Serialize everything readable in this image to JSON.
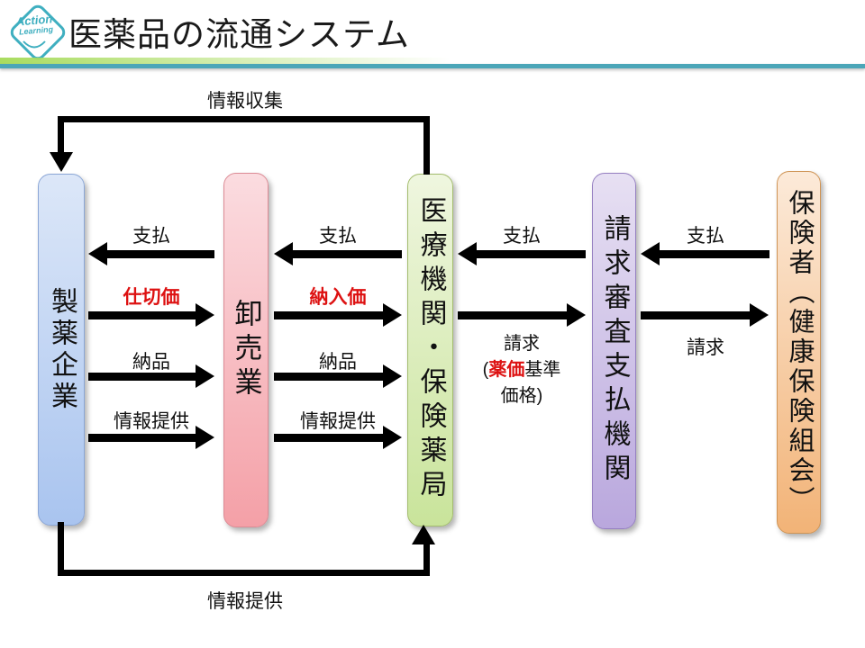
{
  "header": {
    "logo_line1": "Action",
    "logo_line2": "Learning",
    "title": "医薬品の流通システム"
  },
  "colors": {
    "accent_teal": "#4ba6b8",
    "accent_green": "#a9dc5f",
    "red_text": "#dd1111",
    "arrow": "#000000"
  },
  "boxes": [
    {
      "name": "pharmaceutical-maker",
      "label": "製薬企業",
      "top": "#dce7f8",
      "bottom": "#a9c4ef",
      "border": "#8ba6d6"
    },
    {
      "name": "wholesaler",
      "label": "卸売業",
      "top": "#fbdce0",
      "bottom": "#f4a0a7",
      "border": "#dc8b95"
    },
    {
      "name": "medical-institution-pharmacy",
      "label": "医療機関・保険薬局",
      "top": "#eff6df",
      "bottom": "#c9e49b",
      "border": "#a4bd6e"
    },
    {
      "name": "claim-review-payment-agency",
      "label": "請求審査支払機関",
      "top": "#e7e0f3",
      "bottom": "#b9a7dd",
      "border": "#957fc1"
    },
    {
      "name": "insurer",
      "label": "保険者（健康保険組会）",
      "top": "#fcead9",
      "bottom": "#f2b377",
      "border": "#cf9455"
    }
  ],
  "flows": {
    "g1_pay": "支払",
    "g1_price": "仕切価",
    "g1_delivery": "納品",
    "g1_info": "情報提供",
    "g2_pay": "支払",
    "g2_price": "納入価",
    "g2_delivery": "納品",
    "g2_info": "情報提供",
    "g3_pay": "支払",
    "g3_claim_line1": "請求",
    "g3_claim_open": "(",
    "g3_claim_red": "薬価",
    "g3_claim_rest": "基準",
    "g3_claim_line3": "価格)",
    "g4_pay": "支払",
    "g4_claim": "請求"
  },
  "connectors": {
    "top_label": "情報収集",
    "bottom_label": "情報提供"
  }
}
